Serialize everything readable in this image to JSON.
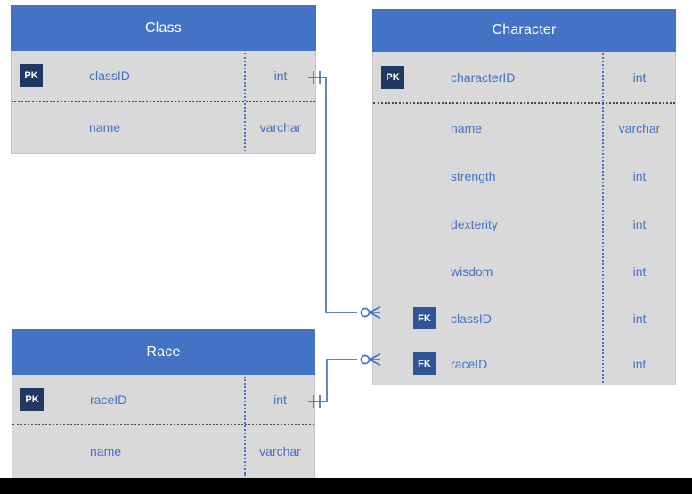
{
  "diagram": {
    "tables": [
      {
        "title": "Class",
        "columns": [
          {
            "key": "PK",
            "name": "classID",
            "type": "int"
          },
          {
            "key": "",
            "name": "name",
            "type": "varchar"
          }
        ]
      },
      {
        "title": "Character",
        "columns": [
          {
            "key": "PK",
            "name": "characterID",
            "type": "int"
          },
          {
            "key": "",
            "name": "name",
            "type": "varchar"
          },
          {
            "key": "",
            "name": "strength",
            "type": "int"
          },
          {
            "key": "",
            "name": "dexterity",
            "type": "int"
          },
          {
            "key": "",
            "name": "wisdom",
            "type": "int"
          },
          {
            "key": "FK",
            "name": "classID",
            "type": "int"
          },
          {
            "key": "FK",
            "name": "raceID",
            "type": "int"
          }
        ]
      },
      {
        "title": "Race",
        "columns": [
          {
            "key": "PK",
            "name": "raceID",
            "type": "int"
          },
          {
            "key": "",
            "name": "name",
            "type": "varchar"
          }
        ]
      }
    ],
    "relationships": [
      {
        "from": "Class.classID",
        "to": "Character.classID",
        "from_cardinality": "one and only one",
        "to_cardinality": "zero or many"
      },
      {
        "from": "Race.raceID",
        "to": "Character.raceID",
        "from_cardinality": "one and only one",
        "to_cardinality": "zero or many"
      }
    ],
    "colors": {
      "header_fill": "#4472C4",
      "body_fill": "#D9D9D9",
      "pk_badge_fill": "#1F3864",
      "fk_badge_fill": "#2F5597",
      "row_text": "#4472C4",
      "header_text": "#FFFFFF",
      "connector": "#4472C4",
      "separator_dots": "#4A4A4A",
      "bottom_bar": "#000000"
    }
  }
}
